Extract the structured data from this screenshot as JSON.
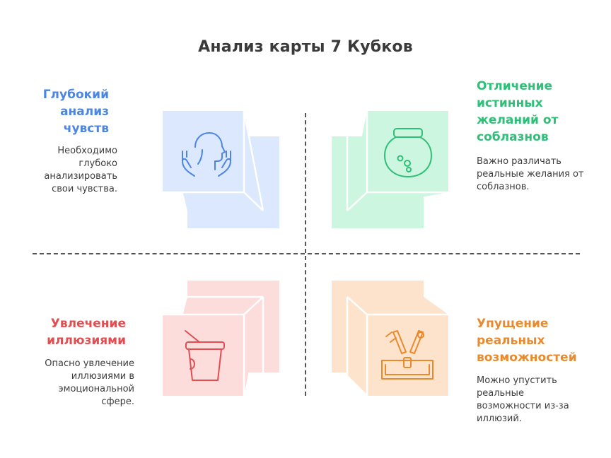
{
  "title": "Анализ карты 7 Кубков",
  "quadrants": {
    "top_left": {
      "heading": "Глубокий анализ чувств",
      "description": "Необходимо глубоко анализировать свои чувства.",
      "color": "#4d85e0",
      "icon": "person-hands-icon"
    },
    "top_right": {
      "heading": "Отличение истинных желаний от соблазнов",
      "description": "Важно различать реальные желания от соблазнов.",
      "color": "#30bf78",
      "icon": "jar-icon"
    },
    "bottom_left": {
      "heading": "Увлечение иллюзиями",
      "description": "Опасно увлечение иллюзиями в эмоциональной сфере.",
      "color": "#e04e52",
      "icon": "cup-with-straw-icon"
    },
    "bottom_right": {
      "heading": "Упущение реальных возможностей",
      "description": "Можно упустить реальные возможности из-за иллюзий.",
      "color": "#e98a2e",
      "icon": "crossed-tools-box-icon"
    }
  }
}
